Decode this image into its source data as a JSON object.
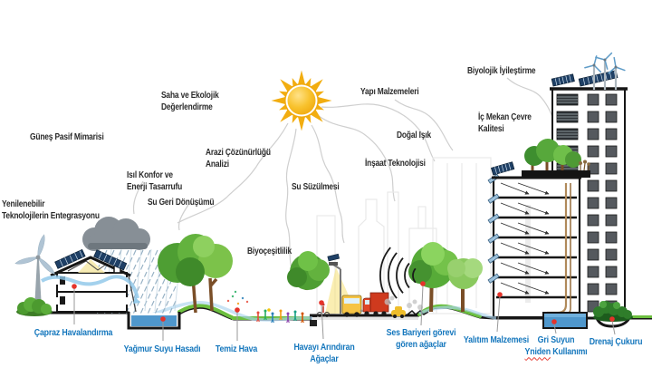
{
  "colors": {
    "concept_text": "#2b2b2b",
    "callout_text": "#1577bd",
    "marker_red": "#e5332a",
    "sun_gold": "#f2ad10",
    "water_blue": "#4f97cc",
    "foliage_green": "#4d9d33",
    "cloud_gray": "#878f96",
    "connector_gray": "#cfcfcf"
  },
  "concepts": [
    {
      "text": "Güneş Pasif Mimarisi"
    },
    {
      "text": "Yenilenebilir\nTeknolojilerin Entegrasyonu"
    },
    {
      "text": "Isıl Konfor ve\nEnerji Tasarrufu"
    },
    {
      "text": "Su Geri Dönüşümü"
    },
    {
      "text": "Saha ve Ekolojik\nDeğerlendirme"
    },
    {
      "text": "Arazi Çözünürlüğü\nAnalizi"
    },
    {
      "text": "Su Süzülmesi"
    },
    {
      "text": "Biyoçeşitlilik"
    },
    {
      "text": "Yapı Malzemeleri"
    },
    {
      "text": "Doğal Işık"
    },
    {
      "text": "İnşaat Teknolojisi"
    },
    {
      "text": "Biyolojik İyileştirme"
    },
    {
      "text": "İç Mekan Çevre\nKalitesi"
    }
  ],
  "callouts": [
    {
      "text": "Çapraz Havalandırma"
    },
    {
      "text": "Yağmur Suyu Hasadı"
    },
    {
      "text": "Temiz Hava"
    },
    {
      "text": "Havayı Arındıran\nAğaçlar"
    },
    {
      "text": "Ses Bariyeri görevi\ngören ağaçlar"
    },
    {
      "text": "Yalıtım Malzemesi"
    },
    {
      "line1": "Gri Suyun",
      "misspelled": "Yniden",
      "line2_rest": " Kullanımı"
    },
    {
      "text": "Drenaj Çukuru"
    }
  ],
  "scene_elements": [
    "sun",
    "rain-cloud",
    "rain",
    "wind-turbine",
    "passive-house",
    "solar-roof-panels",
    "rainwater-basin",
    "park-trees",
    "playing-children",
    "street-lamp",
    "bus",
    "truck",
    "car",
    "sound-wave-arcs",
    "noise-barrier-trees",
    "green-building-cross-section",
    "rooftop-garden",
    "greywater-tank",
    "high-rise-building",
    "roof-wind-turbines",
    "roof-solar-panels",
    "drainage-pit-bushes",
    "city-skyline"
  ]
}
